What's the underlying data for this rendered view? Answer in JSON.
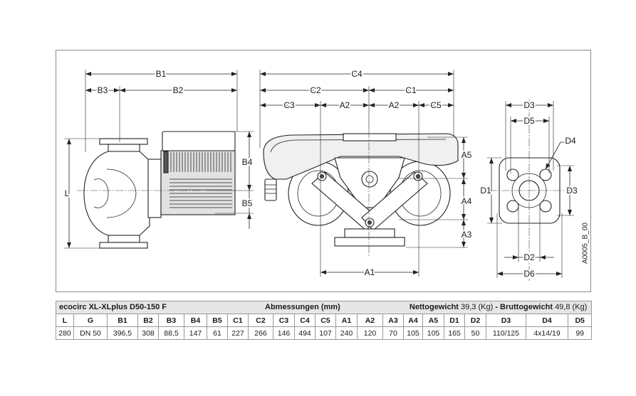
{
  "drawing": {
    "labels": {
      "b1": "B1",
      "b3": "B3",
      "b2": "B2",
      "b4": "B4",
      "b5": "B5",
      "l": "L",
      "c4": "C4",
      "c2": "C2",
      "c1": "C1",
      "c3": "C3",
      "a2_left": "A2",
      "a2_right": "A2",
      "c5": "C5",
      "a5": "A5",
      "a4": "A4",
      "a3": "A3",
      "a1": "A1",
      "d3_top": "D3",
      "d5": "D5",
      "d4": "D4",
      "d1": "D1",
      "d3_right": "D3",
      "d2": "D2",
      "d6": "D6"
    },
    "drawing_code": "A0005_B_00"
  },
  "table": {
    "model": "ecocirc XL-XLplus D50-150 F",
    "dimensions_title": "Abmessungen (mm)",
    "net_weight_label": "Nettogewicht",
    "net_weight_value": "39,3 (Kg)",
    "gross_weight_label": "- Bruttogewicht",
    "gross_weight_value": "49,8 (Kg)",
    "columns": [
      "L",
      "G",
      "B1",
      "B2",
      "B3",
      "B4",
      "B5",
      "C1",
      "C2",
      "C3",
      "C4",
      "C5",
      "A1",
      "A2",
      "A3",
      "A4",
      "A5",
      "D1",
      "D2",
      "D3",
      "D4",
      "D5"
    ],
    "values": [
      "280",
      "DN 50",
      "396,5",
      "308",
      "88,5",
      "147",
      "61",
      "227",
      "266",
      "146",
      "494",
      "107",
      "240",
      "120",
      "70",
      "105",
      "105",
      "165",
      "50",
      "110/125",
      "4x14/19",
      "99"
    ]
  },
  "colors": {
    "line": "#222222",
    "frame": "#8a8a8a",
    "table_header_bg": "#e6e6e6",
    "table_border": "#9a9a9a"
  }
}
